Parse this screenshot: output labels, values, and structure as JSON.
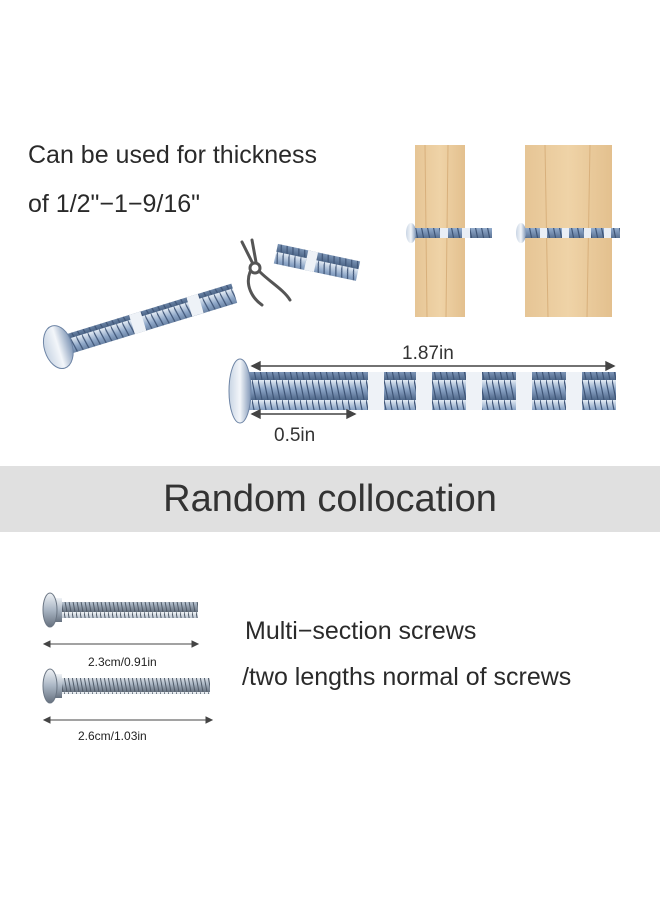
{
  "thickness": {
    "line1": "Can be used for thickness",
    "line2": "of 1/2\"−1−9/16\""
  },
  "diagram": {
    "long_length": "1.87in",
    "section_length": "0.5in"
  },
  "banner": {
    "text": "Random collocation"
  },
  "screws": {
    "short_label": "2.3cm/0.91in",
    "long_label": "2.6cm/1.03in"
  },
  "description": {
    "line1": "Multi−section screws",
    "line2": "/two lengths normal of screws"
  },
  "colors": {
    "thread": "#7d95b6",
    "wood": "#e8c99a",
    "banner": "#e0e0e0"
  },
  "icons": [
    "screw-icon",
    "pliers-icon",
    "wood-board-icon"
  ]
}
